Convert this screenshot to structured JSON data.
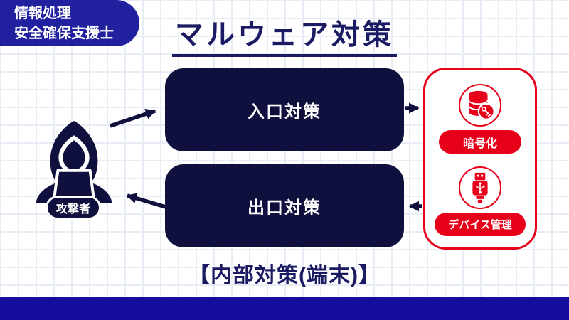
{
  "header": {
    "badge_line1": "情報処理",
    "badge_line2": "安全確保支援士",
    "title": "マルウェア対策"
  },
  "diagram": {
    "attacker_label": "攻撃者",
    "entrance_box_label": "入口対策",
    "exit_box_label": "出口対策",
    "device_panel": {
      "items": [
        {
          "icon": "database-key-icon",
          "label": "暗号化"
        },
        {
          "icon": "usb-plug-icon",
          "label": "デバイス管理"
        }
      ]
    },
    "caption": "【内部対策(端末)】"
  },
  "colors": {
    "navy_dark": "#10103f",
    "navy_text": "#1b1b63",
    "badge_blue": "#2121a0",
    "footer_blue": "#150d9c",
    "accent_red": "#e60019",
    "grid_line": "#e8ecf5"
  }
}
